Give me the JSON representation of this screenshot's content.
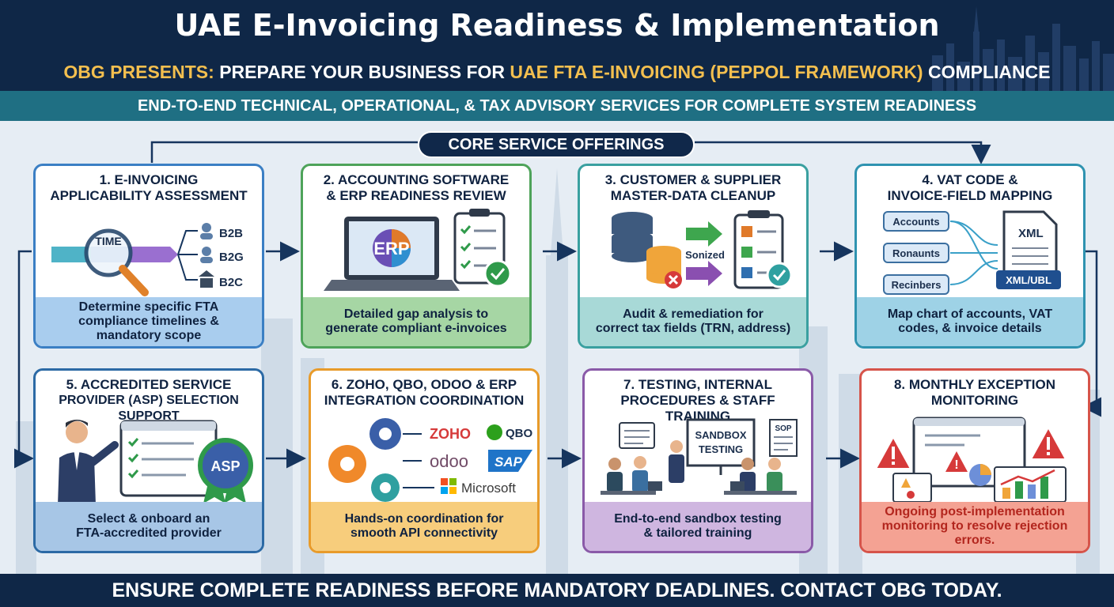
{
  "header": {
    "title": "UAE E-Invoicing Readiness & Implementation",
    "subtitle_prefix": "OBG PRESENTS:",
    "subtitle_mid": "PREPARE YOUR BUSINESS FOR",
    "subtitle_highlight": "UAE FTA E-INVOICING (PEPPOL FRAMEWORK)",
    "subtitle_suffix": "COMPLIANCE",
    "band": "END-TO-END TECHNICAL, OPERATIONAL, & TAX ADVISORY SERVICES FOR COMPLETE SYSTEM READINESS"
  },
  "section_label": "CORE SERVICE OFFERINGS",
  "colors": {
    "navy": "#0f2747",
    "teal_band": "#1f6f83",
    "gold": "#f3bf4f",
    "card_blue": "#3b7fc4",
    "card_green": "#4ea35a",
    "card_teal": "#3aa0a0",
    "card_orange": "#e89b2a",
    "card_purple": "#8a5aa8",
    "card_red": "#d6544a"
  },
  "cards": [
    {
      "title_l1": "1. E-INVOICING",
      "title_l2": "APPLICABILITY ASSESSMENT",
      "foot_l1": "Determine specific FTA",
      "foot_l2": "compliance timelines &",
      "foot_l3": "mandatory scope",
      "art": {
        "magnifier": "TIME",
        "b2b": "B2B",
        "b2g": "B2G",
        "b2c": "B2C"
      }
    },
    {
      "title_l1": "2. ACCOUNTING SOFTWARE",
      "title_l2": "& ERP READINESS REVIEW",
      "foot_l1": "Detailed gap analysis to",
      "foot_l2": "generate compliant e-invoices",
      "art": {
        "laptop": "ERP"
      }
    },
    {
      "title_l1": "3. CUSTOMER & SUPPLIER",
      "title_l2": "MASTER-DATA CLEANUP",
      "foot_l1": "Audit & remediation for",
      "foot_l2": "correct tax fields (TRN, address)",
      "art": {
        "label": "Sonized"
      }
    },
    {
      "title_l1": "4. VAT CODE &",
      "title_l2": "INVOICE-FIELD MAPPING",
      "foot_l1": "Map chart of accounts, VAT",
      "foot_l2": "codes, & invoice details",
      "art": {
        "field1": "Accounts",
        "field2": "Ronaunts",
        "field3": "Recinbers",
        "doc": "XML",
        "doc_tag": "XML/UBL"
      }
    },
    {
      "title_l1": "5. ACCREDITED SERVICE",
      "title_l2": "PROVIDER (ASP) SELECTION SUPPORT",
      "foot_l1": "Select & onboard an",
      "foot_l2": "FTA-accredited provider",
      "art": {
        "badge": "ASP"
      }
    },
    {
      "title_l1": "6. ZOHO, QBO, ODOO & ERP",
      "title_l2": "INTEGRATION COORDINATION",
      "foot_l1": "Hands-on coordination for",
      "foot_l2": "smooth API connectivity",
      "art": {
        "zoho": "ZOHO",
        "qbo": "QBO",
        "odoo": "odoo",
        "sap": "SAP",
        "microsoft": "Microsoft"
      }
    },
    {
      "title_l1": "7. TESTING, INTERNAL",
      "title_l2": "PROCEDURES & STAFF TRAINING",
      "foot_l1": "End-to-end sandbox testing",
      "foot_l2": "& tailored training",
      "art": {
        "board_l1": "SANDBOX",
        "board_l2": "TESTING",
        "sop": "SOP"
      }
    },
    {
      "title_l1": "8. MONTHLY EXCEPTION",
      "title_l2": "MONITORING",
      "foot_l1": "Ongoing post-implementation",
      "foot_l2": "monitoring to resolve rejection",
      "foot_l3": "errors.",
      "art": {}
    }
  ],
  "footer": "ENSURE COMPLETE READINESS BEFORE MANDATORY DEADLINES. CONTACT OBG TODAY."
}
